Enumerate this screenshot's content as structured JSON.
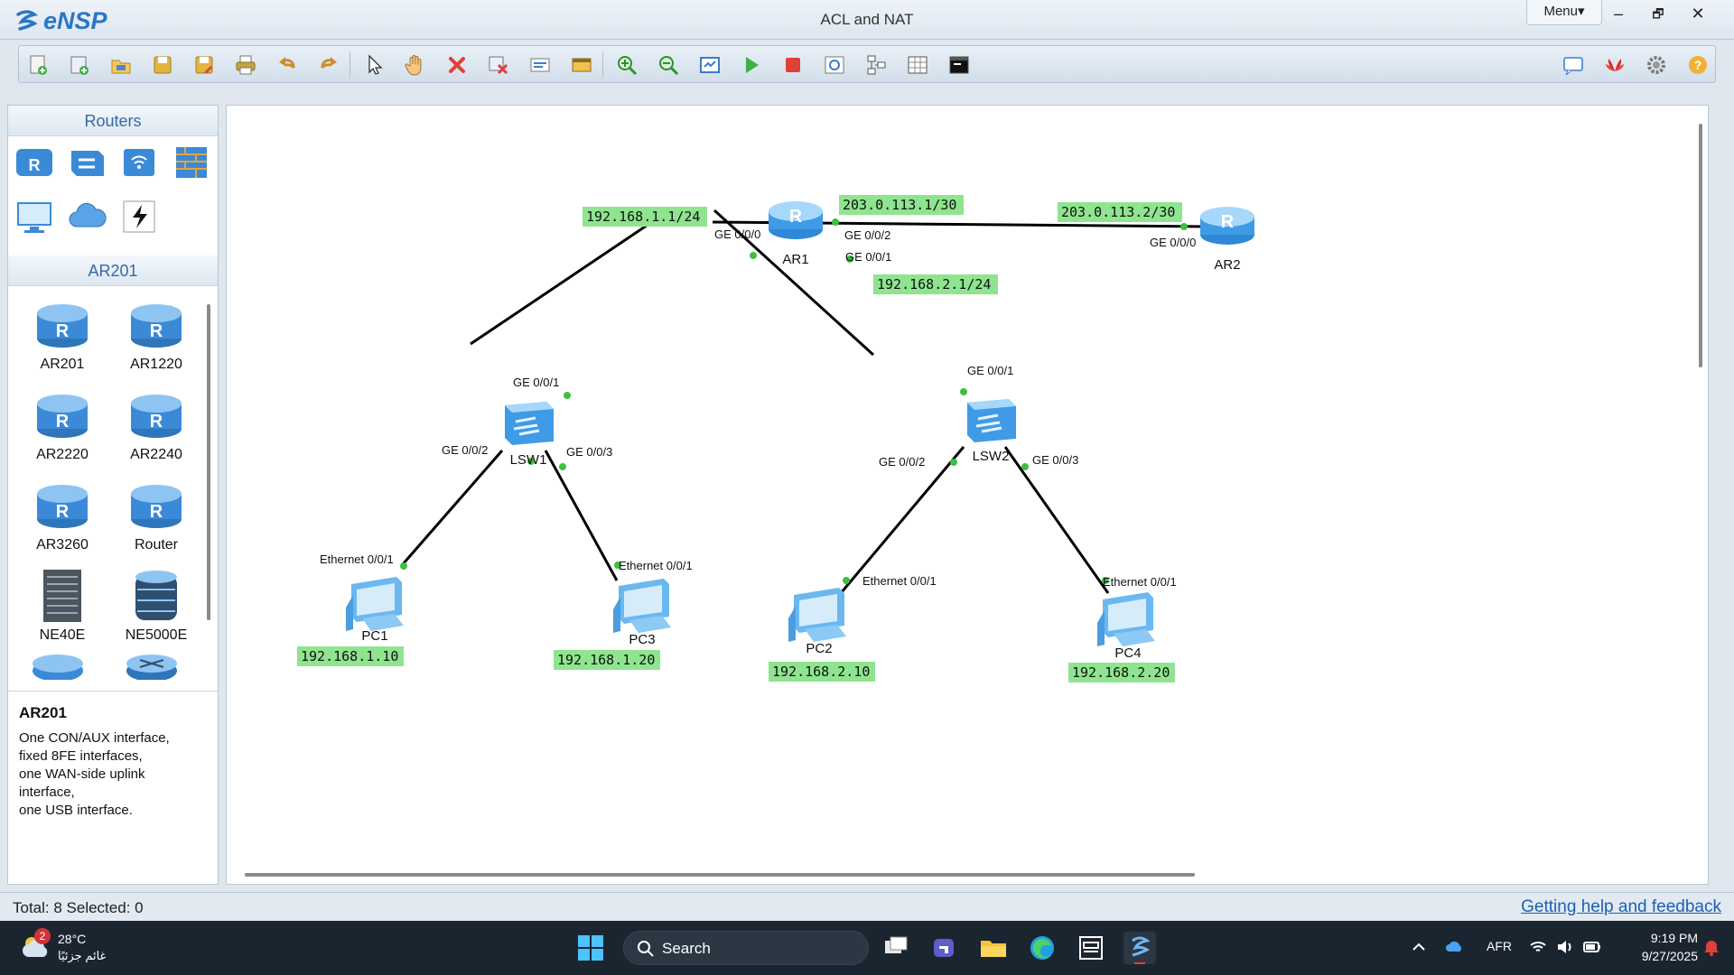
{
  "app": {
    "logo_text": "eNSP",
    "window_title": "ACL and NAT",
    "menu_label": "Menu▾"
  },
  "window_controls": {
    "minimize": "–",
    "restore": "🗗",
    "close": "✕"
  },
  "toolbar": {
    "buttons": [
      "new-topology-icon",
      "new-lab-icon",
      "open-icon",
      "save-icon",
      "save-as-icon",
      "print-icon",
      "undo-icon",
      "redo-icon",
      "select-icon",
      "pan-hand-icon",
      "delete-icon",
      "delete-link-icon",
      "text-note-icon",
      "palette-icon",
      "zoom-in-icon",
      "zoom-out-icon",
      "fit-screen-icon",
      "start-device-icon",
      "stop-device-icon",
      "capture-icon",
      "topology-icon",
      "grid-icon",
      "terminal-icon"
    ],
    "right_buttons": [
      "message-icon",
      "huawei-icon",
      "settings-icon",
      "help-icon"
    ]
  },
  "sidebar": {
    "category_title": "Routers",
    "category_icons": [
      "router-icon",
      "switch-icon",
      "wireless-icon",
      "firewall-icon",
      "pc-icon",
      "cloud-icon",
      "link-icon"
    ],
    "device_list_title": "AR201",
    "devices": [
      {
        "label": "AR201",
        "icon": "router-icon"
      },
      {
        "label": "AR1220",
        "icon": "router-icon"
      },
      {
        "label": "AR2220",
        "icon": "router-icon"
      },
      {
        "label": "AR2240",
        "icon": "router-icon"
      },
      {
        "label": "AR3260",
        "icon": "router-icon"
      },
      {
        "label": "Router",
        "icon": "router-icon"
      },
      {
        "label": "NE40E",
        "icon": "chassis-icon"
      },
      {
        "label": "NE5000E",
        "icon": "cluster-router-icon"
      }
    ],
    "description": {
      "title": "AR201",
      "lines": [
        "One CON/AUX interface,",
        "fixed 8FE interfaces,",
        "one WAN-side uplink",
        "interface,",
        "one USB interface."
      ]
    }
  },
  "topology": {
    "devices": {
      "ar1": "AR1",
      "ar2": "AR2",
      "lsw1": "LSW1",
      "lsw2": "LSW2",
      "pc1": "PC1",
      "pc2": "PC2",
      "pc3": "PC3",
      "pc4": "PC4"
    },
    "interfaces": {
      "ar1_g000": "GE 0/0/0",
      "ar1_g002": "GE 0/0/2",
      "ar1_g001": "GE 0/0/1",
      "ar2_g000": "GE 0/0/0",
      "lsw1_g001": "GE 0/0/1",
      "lsw1_g002": "GE 0/0/2",
      "lsw1_g003": "GE 0/0/3",
      "lsw2_g001": "GE 0/0/1",
      "lsw2_g002": "GE 0/0/2",
      "lsw2_g003": "GE 0/0/3",
      "pc1_eth": "Ethernet 0/0/1",
      "pc3_eth": "Ethernet 0/0/1",
      "pc2_eth": "Ethernet 0/0/1",
      "pc4_eth": "Ethernet 0/0/1"
    },
    "ip_labels": {
      "ar1_lan1": "192.168.1.1/24",
      "ar1_wan": "203.0.113.1/30",
      "ar2_wan": "203.0.113.2/30",
      "ar1_lan2": "192.168.2.1/24",
      "pc1": "192.168.1.10",
      "pc3": "192.168.1.20",
      "pc2": "192.168.2.10",
      "pc4": "192.168.2.20"
    },
    "link_color": "#000000",
    "port_dot_color": "#3fbf3f",
    "ip_label_bg": "#8fe58f"
  },
  "statusbar": {
    "text": "Total: 8   Selected: 0",
    "help_link": "Getting help and feedback"
  },
  "taskbar": {
    "weather": {
      "badge": "2",
      "temp": "28°C",
      "desc": "غائم جزئيًا"
    },
    "search_label": "Search",
    "apps": [
      "start-icon",
      "task-view-icon",
      "teams-icon",
      "file-explorer-icon",
      "edge-icon",
      "ensp-taskbar-icon",
      "ensp-active-icon"
    ],
    "tray": {
      "language": "AFR",
      "time": "9:19 PM",
      "date": "9/27/2025"
    }
  }
}
